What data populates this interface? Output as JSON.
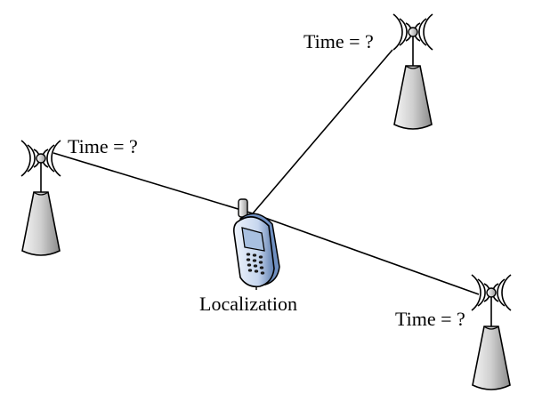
{
  "towers": [
    {
      "id": "top-right",
      "label": "Time = ?"
    },
    {
      "id": "left",
      "label": "Time = ?"
    },
    {
      "id": "bottom-right",
      "label": "Time = ?"
    }
  ],
  "phone": {
    "label": "Localization"
  },
  "colors": {
    "line": "#000000",
    "tower_light": "#f2f2f2",
    "tower_dark": "#8a8a8a",
    "phone_body": "#c9d8ee",
    "phone_dark": "#5f7fb0",
    "phone_screen": "#a8c0e0"
  }
}
